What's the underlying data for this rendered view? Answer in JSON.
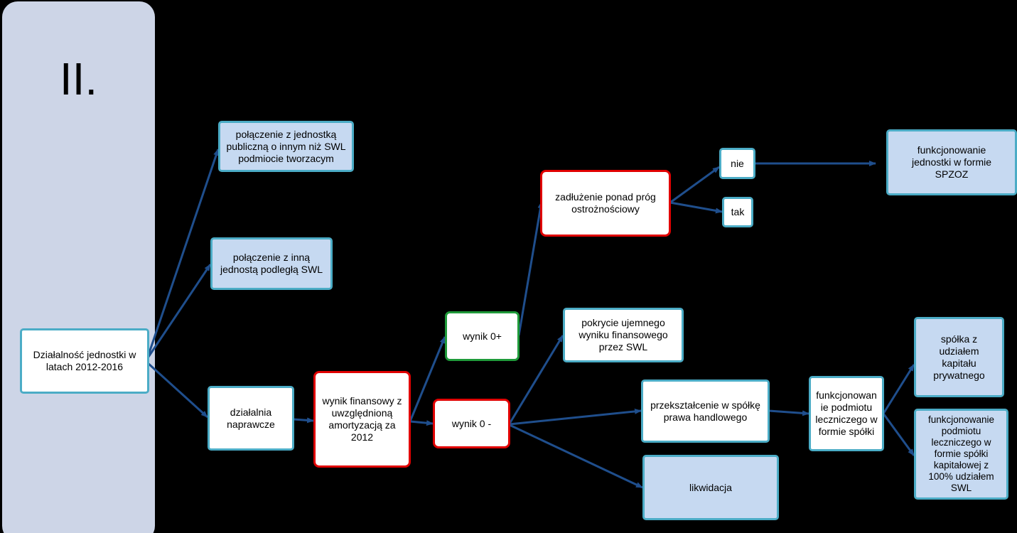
{
  "side": {
    "roman": "II."
  },
  "nodes": {
    "dzialalnosc": "Działalność jednostki w\nlatach 2012-2016",
    "polaczenie_publiczna": "połączenie z jednostką\npubliczną o innym niż SWL\npodmiocie tworzacym",
    "polaczenie_swl": "połączenie  z inną\njednostą podległą SWL",
    "naprawcze": "działalnia\nnaprawcze",
    "wynik_finansowy": "wynik finansowy z\nuwzględnioną\namortyzacją za\n2012",
    "wynik_plus": "wynik 0+",
    "wynik_minus": "wynik 0 -",
    "zadluzenie": "zadłużenie ponad próg\nostrożnościowy",
    "nie": "nie",
    "tak": "tak",
    "funkcjonowanie_spzoz": "funkcjonowanie\njednostki w formie\nSPZOZ",
    "pokrycie": "pokrycie ujemnego\nwyniku finansowego\nprzez SWL",
    "przeksztalcenie": "przekształcenie w spółkę\nprawa handlowego",
    "likwidacja": "likwidacja",
    "funkcjonowanie_spolki": "funkcjonowan\nie podmiotu\nleczniczego w\nformie spółki",
    "spolka_prywatny": "spółka  z\nudziałem\nkapitału\nprywatnego",
    "spolka_100": "funkcjonowanie\npodmiotu\nleczniczego w\nformie spółki\nkapitałowej z\n100% udziałem\nSWL"
  },
  "colors": {
    "arrow": "#1f4e8c",
    "fill_blue": "#c6d9f1",
    "border_blue": "#4bacc6",
    "border_red": "#e00000",
    "border_green": "#1f9a3a",
    "panel": "#cdd5e7"
  }
}
